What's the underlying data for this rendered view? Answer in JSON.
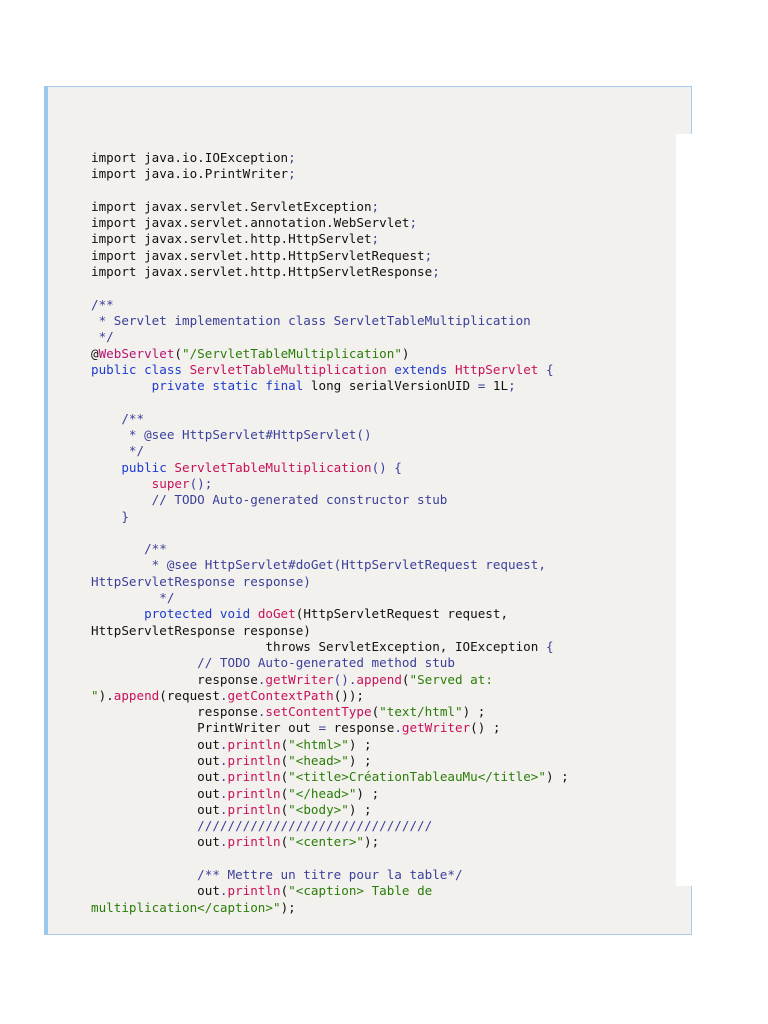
{
  "document": {
    "lines": [
      [
        [
          "pl",
          "import java.io.IOException"
        ],
        [
          "cmt",
          ";"
        ]
      ],
      [
        [
          "pl",
          "import java.io.PrintWriter"
        ],
        [
          "cmt",
          ";"
        ]
      ],
      [],
      [
        [
          "pl",
          "import javax.servlet.ServletException"
        ],
        [
          "cmt",
          ";"
        ]
      ],
      [
        [
          "pl",
          "import javax.servlet.annotation.WebServlet"
        ],
        [
          "cmt",
          ";"
        ]
      ],
      [
        [
          "pl",
          "import javax.servlet.http.HttpServlet"
        ],
        [
          "cmt",
          ";"
        ]
      ],
      [
        [
          "pl",
          "import javax.servlet.http.HttpServletRequest"
        ],
        [
          "cmt",
          ";"
        ]
      ],
      [
        [
          "pl",
          "import javax.servlet.http.HttpServletResponse"
        ],
        [
          "cmt",
          ";"
        ]
      ],
      [],
      [
        [
          "cmt",
          "/**"
        ]
      ],
      [
        [
          "cmt",
          " * Servlet implementation class ServletTableMultiplication"
        ]
      ],
      [
        [
          "cmt",
          " */"
        ]
      ],
      [
        [
          "pl",
          "@"
        ],
        [
          "ann",
          "WebServlet"
        ],
        [
          "pl",
          "("
        ],
        [
          "str",
          "\"/ServletTableMultiplication\""
        ],
        [
          "pl",
          ")"
        ]
      ],
      [
        [
          "kw",
          "public class "
        ],
        [
          "typ",
          "ServletTableMultiplication "
        ],
        [
          "kw",
          "extends "
        ],
        [
          "typ",
          "HttpServlet "
        ],
        [
          "cmt",
          "{"
        ]
      ],
      [
        [
          "pl",
          "        "
        ],
        [
          "kw",
          "private static final "
        ],
        [
          "pl",
          "long serialVersionUID "
        ],
        [
          "cmt",
          "= "
        ],
        [
          "num",
          "1L"
        ],
        [
          "cmt",
          ";"
        ]
      ],
      [],
      [
        [
          "pl",
          "    "
        ],
        [
          "cmt",
          "/**"
        ]
      ],
      [
        [
          "pl",
          "    "
        ],
        [
          "cmt",
          " * @see HttpServlet#HttpServlet()"
        ]
      ],
      [
        [
          "pl",
          "    "
        ],
        [
          "cmt",
          " */"
        ]
      ],
      [
        [
          "pl",
          "    "
        ],
        [
          "kw",
          "public "
        ],
        [
          "typ",
          "ServletTableMultiplication"
        ],
        [
          "cmt",
          "() {"
        ]
      ],
      [
        [
          "pl",
          "        "
        ],
        [
          "mth",
          "super"
        ],
        [
          "cmt",
          "();"
        ]
      ],
      [
        [
          "pl",
          "        "
        ],
        [
          "cmt",
          "// TODO Auto-generated constructor stub"
        ]
      ],
      [
        [
          "pl",
          "    "
        ],
        [
          "cmt",
          "}"
        ]
      ],
      [],
      [
        [
          "pl",
          "       "
        ],
        [
          "cmt",
          "/**"
        ]
      ],
      [
        [
          "pl",
          "       "
        ],
        [
          "cmt",
          " * @see HttpServlet#doGet(HttpServletRequest request,"
        ]
      ],
      [
        [
          "cmt",
          "HttpServletResponse response)"
        ]
      ],
      [
        [
          "pl",
          "       "
        ],
        [
          "cmt",
          "  */"
        ]
      ],
      [
        [
          "pl",
          "       "
        ],
        [
          "kw",
          "protected void "
        ],
        [
          "mth",
          "doGet"
        ],
        [
          "pl",
          "(HttpServletRequest request,"
        ]
      ],
      [
        [
          "pl",
          "HttpServletResponse response)"
        ]
      ],
      [
        [
          "pl",
          "                       throws ServletException, IOException "
        ],
        [
          "cmt",
          "{"
        ]
      ],
      [
        [
          "pl",
          "              "
        ],
        [
          "cmt",
          "// TODO Auto-generated method stub"
        ]
      ],
      [
        [
          "pl",
          "              response"
        ],
        [
          "cmt",
          "."
        ],
        [
          "mth",
          "getWriter"
        ],
        [
          "cmt",
          "()."
        ],
        [
          "mth",
          "append"
        ],
        [
          "pl",
          "("
        ],
        [
          "str",
          "\"Served at:"
        ]
      ],
      [
        [
          "str",
          "\""
        ],
        [
          "pl",
          ")."
        ],
        [
          "mth",
          "append"
        ],
        [
          "pl",
          "(request"
        ],
        [
          "cmt",
          "."
        ],
        [
          "mth",
          "getContextPath"
        ],
        [
          "pl",
          "());"
        ]
      ],
      [
        [
          "pl",
          "              response"
        ],
        [
          "cmt",
          "."
        ],
        [
          "mth",
          "setContentType"
        ],
        [
          "pl",
          "("
        ],
        [
          "str",
          "\"text/html\""
        ],
        [
          "pl",
          ") ;"
        ]
      ],
      [
        [
          "pl",
          "              PrintWriter out "
        ],
        [
          "cmt",
          "= "
        ],
        [
          "pl",
          "response"
        ],
        [
          "cmt",
          "."
        ],
        [
          "mth",
          "getWriter"
        ],
        [
          "pl",
          "() ;"
        ]
      ],
      [
        [
          "pl",
          "              out"
        ],
        [
          "cmt",
          "."
        ],
        [
          "mth",
          "println"
        ],
        [
          "pl",
          "("
        ],
        [
          "str",
          "\"<html>\""
        ],
        [
          "pl",
          ") ;"
        ]
      ],
      [
        [
          "pl",
          "              out"
        ],
        [
          "cmt",
          "."
        ],
        [
          "mth",
          "println"
        ],
        [
          "pl",
          "("
        ],
        [
          "str",
          "\"<head>\""
        ],
        [
          "pl",
          ") ;"
        ]
      ],
      [
        [
          "pl",
          "              out"
        ],
        [
          "cmt",
          "."
        ],
        [
          "mth",
          "println"
        ],
        [
          "pl",
          "("
        ],
        [
          "str",
          "\"<title>CréationTableauMu</title>\""
        ],
        [
          "pl",
          ") ;"
        ]
      ],
      [
        [
          "pl",
          "              out"
        ],
        [
          "cmt",
          "."
        ],
        [
          "mth",
          "println"
        ],
        [
          "pl",
          "("
        ],
        [
          "str",
          "\"</head>\""
        ],
        [
          "pl",
          ") ;"
        ]
      ],
      [
        [
          "pl",
          "              out"
        ],
        [
          "cmt",
          "."
        ],
        [
          "mth",
          "println"
        ],
        [
          "pl",
          "("
        ],
        [
          "str",
          "\"<body>\""
        ],
        [
          "pl",
          ") ;"
        ]
      ],
      [
        [
          "pl",
          "              "
        ],
        [
          "cmt",
          "///////////////////////////////"
        ]
      ],
      [
        [
          "pl",
          "              out"
        ],
        [
          "cmt",
          "."
        ],
        [
          "mth",
          "println"
        ],
        [
          "pl",
          "("
        ],
        [
          "str",
          "\"<center>\""
        ],
        [
          "pl",
          ");"
        ]
      ],
      [],
      [
        [
          "pl",
          "              "
        ],
        [
          "cmt",
          "/** Mettre un titre pour la table*/"
        ]
      ],
      [
        [
          "pl",
          "              out"
        ],
        [
          "cmt",
          "."
        ],
        [
          "mth",
          "println"
        ],
        [
          "pl",
          "("
        ],
        [
          "str",
          "\"<caption> Table de"
        ]
      ],
      [
        [
          "str",
          "multiplication</caption>\""
        ],
        [
          "pl",
          ");"
        ]
      ]
    ]
  }
}
